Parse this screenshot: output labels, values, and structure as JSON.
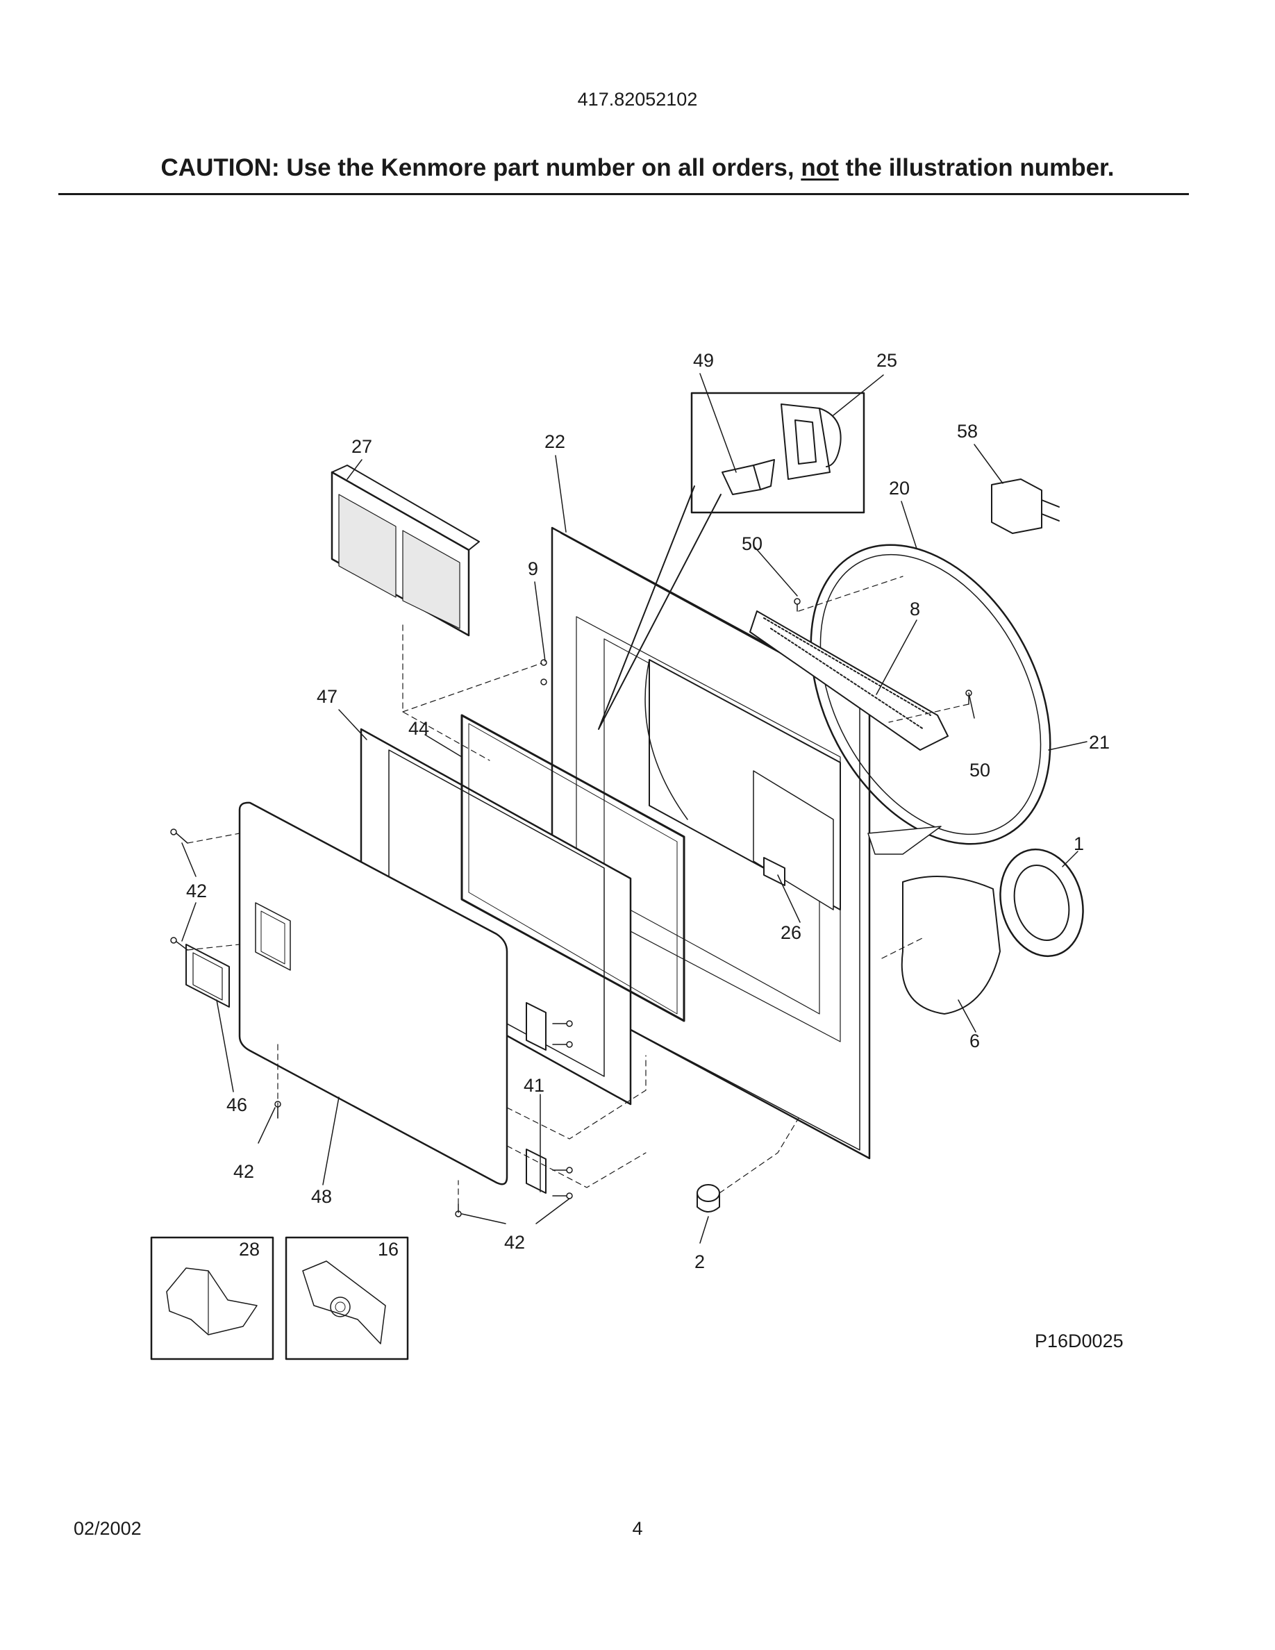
{
  "header": {
    "model_number": "417.82052102",
    "caution_prefix": "CAUTION: Use the Kenmore part number on all orders, ",
    "caution_emphasis": "not",
    "caution_suffix": " the illustration number."
  },
  "diagram": {
    "callouts": {
      "c1": "1",
      "c2": "2",
      "c6": "6",
      "c8": "8",
      "c9": "9",
      "c16": "16",
      "c20": "20",
      "c21": "21",
      "c22": "22",
      "c25": "25",
      "c26": "26",
      "c27": "27",
      "c28": "28",
      "c41": "41",
      "c42a": "42",
      "c42b": "42",
      "c42c": "42",
      "c44": "44",
      "c46": "46",
      "c47": "47",
      "c48": "48",
      "c49": "49",
      "c50a": "50",
      "c50b": "50",
      "c58": "58"
    },
    "drawing_code": "P16D0025"
  },
  "footer": {
    "date": "02/2002",
    "page_number": "4"
  }
}
